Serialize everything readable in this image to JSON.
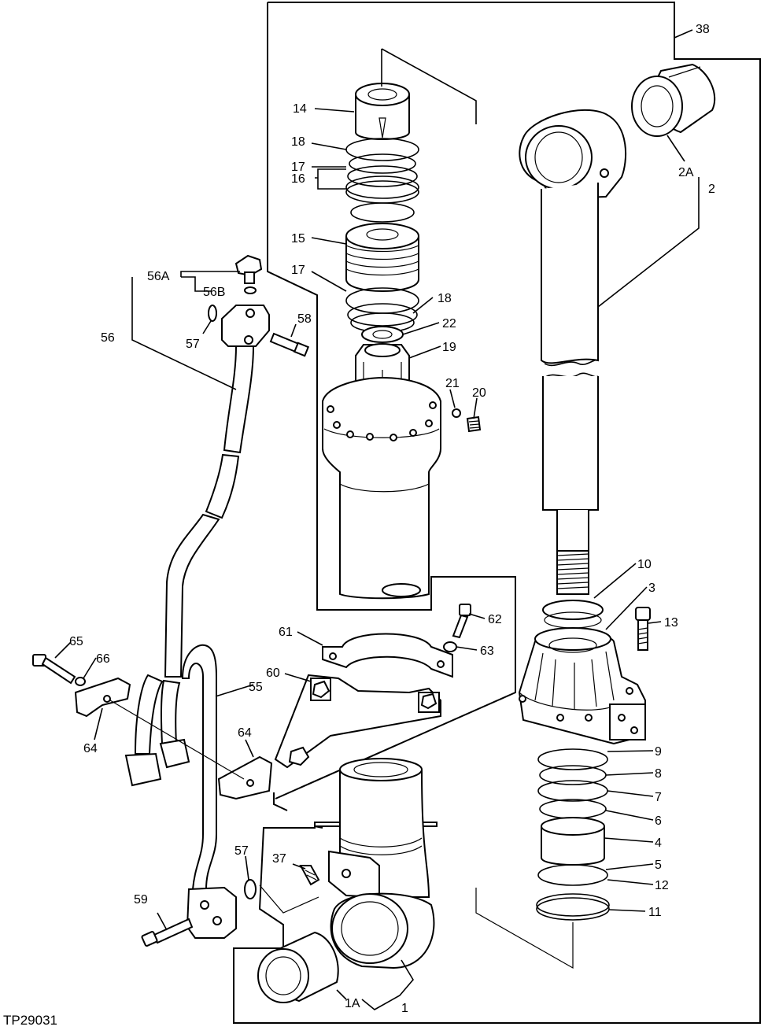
{
  "figure_id": "TP29031",
  "callouts": {
    "c38": "38",
    "c2A": "2A",
    "c2": "2",
    "c14": "14",
    "c18a": "18",
    "c17a": "17",
    "c16": "16",
    "c15": "15",
    "c17b": "17",
    "c18b": "18",
    "c22": "22",
    "c19": "19",
    "c21": "21",
    "c20": "20",
    "c56A": "56A",
    "c56B": "56B",
    "c56": "56",
    "c57a": "57",
    "c58": "58",
    "c10": "10",
    "c3": "3",
    "c13": "13",
    "c62": "62",
    "c61": "61",
    "c63": "63",
    "c60": "60",
    "c55": "55",
    "c65": "65",
    "c66": "66",
    "c64a": "64",
    "c64b": "64",
    "c9": "9",
    "c8": "8",
    "c7": "7",
    "c6": "6",
    "c4": "4",
    "c5": "5",
    "c12": "12",
    "c11": "11",
    "c57b": "57",
    "c37": "37",
    "c59": "59",
    "c1A": "1A",
    "c1": "1"
  }
}
